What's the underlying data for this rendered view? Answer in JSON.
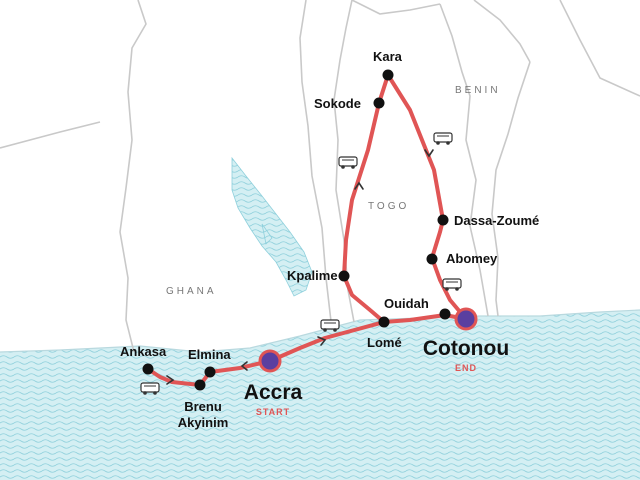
{
  "countries": {
    "ghana": "GHANA",
    "togo": "TOGO",
    "benin": "BENIN"
  },
  "stops": {
    "kara": "Kara",
    "sokode": "Sokode",
    "kpalime": "Kpalime",
    "lome": "Lomé",
    "ouidah": "Ouidah",
    "dassa_zoume": "Dassa-Zoumé",
    "abomey": "Abomey",
    "ankasa": "Ankasa",
    "elmina": "Elmina",
    "brenu": "Brenu",
    "akyinim": "Akyinim"
  },
  "start": {
    "name": "Accra",
    "tag": "START"
  },
  "end": {
    "name": "Cotonou",
    "tag": "END"
  },
  "transport_icon": "bus-icon",
  "colors": {
    "route": "#e05555",
    "endpoint_fill": "#5a3fa0",
    "water": "#bfe6ec",
    "borders": "#c9c9c9"
  }
}
